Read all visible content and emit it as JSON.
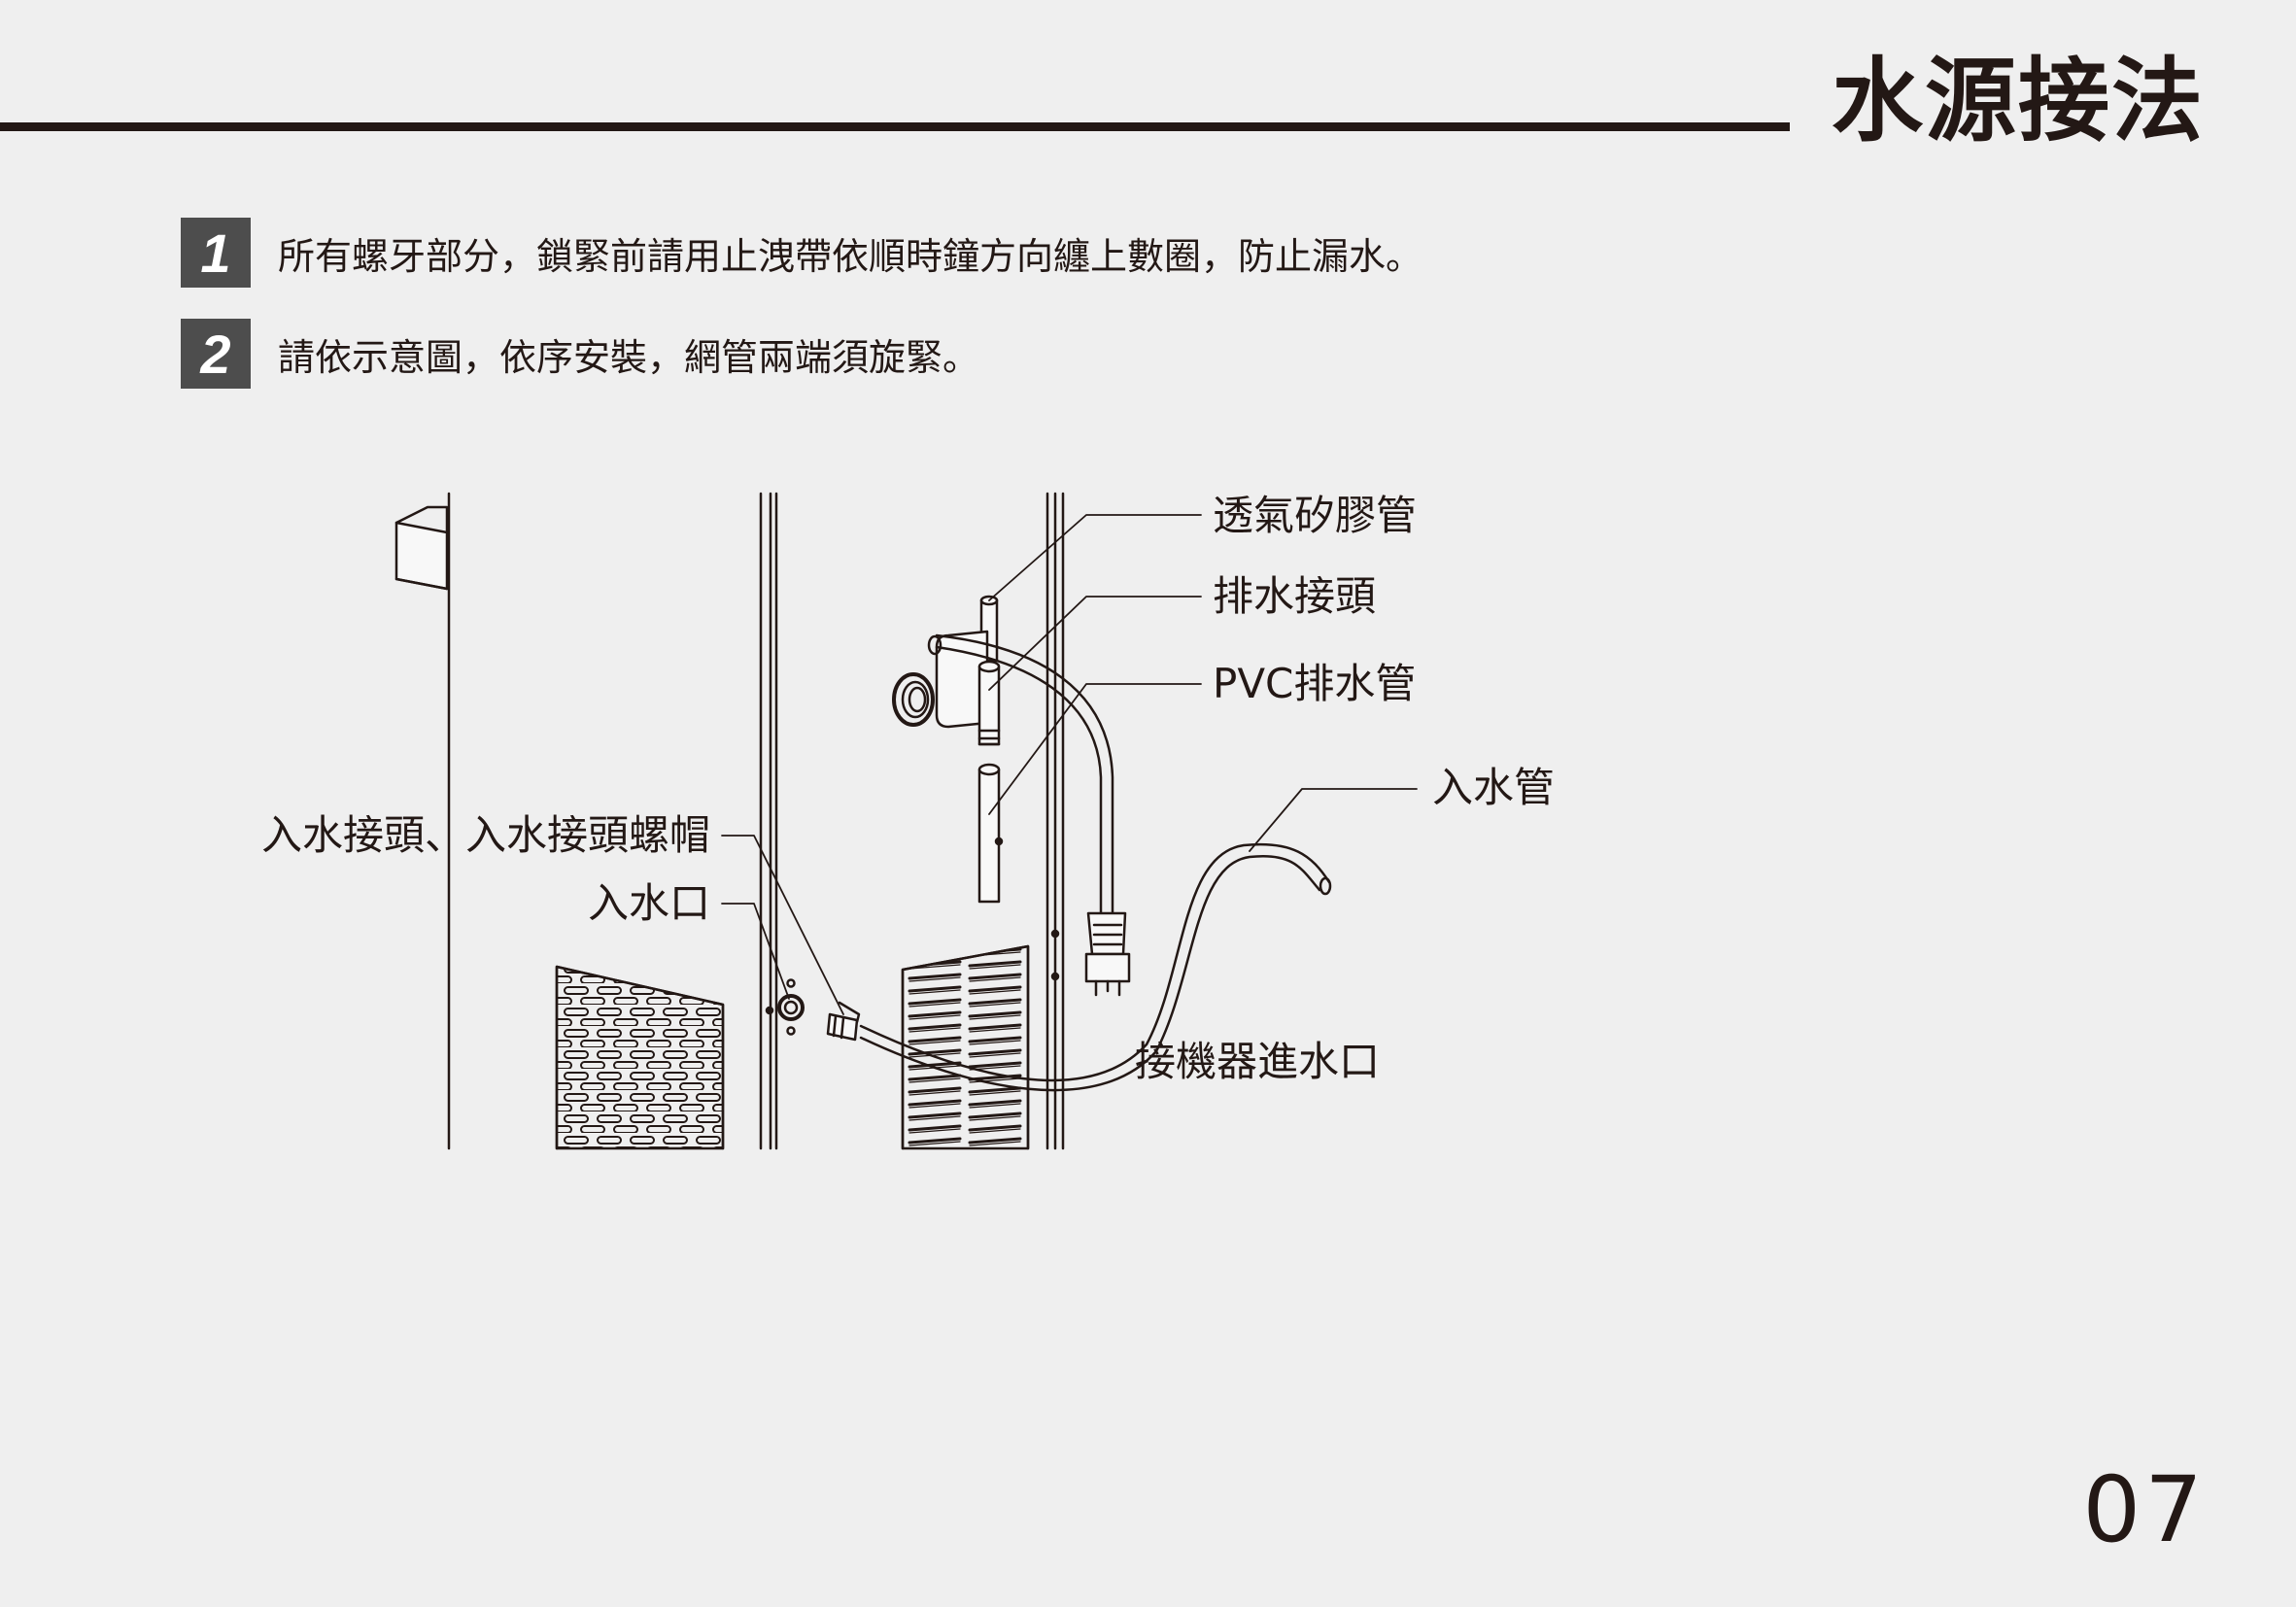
{
  "header": {
    "title": "水源接法"
  },
  "steps": [
    {
      "number": "1",
      "text": "所有螺牙部分，鎖緊前請用止洩帶依順時鐘方向纏上數圈，防止漏水。"
    },
    {
      "number": "2",
      "text": "請依示意圖，依序安裝，網管兩端須旋緊。"
    }
  ],
  "diagram": {
    "labels": {
      "silicone_tube": "透氣矽膠管",
      "drain_connector": "排水接頭",
      "pvc_drain_pipe": "PVC排水管",
      "inlet_pipe": "入水管",
      "inlet_connector_nut": "入水接頭、入水接頭螺帽",
      "water_inlet": "入水口",
      "machine_inlet": "接機器進水口"
    }
  },
  "footer": {
    "page_number": "07"
  }
}
